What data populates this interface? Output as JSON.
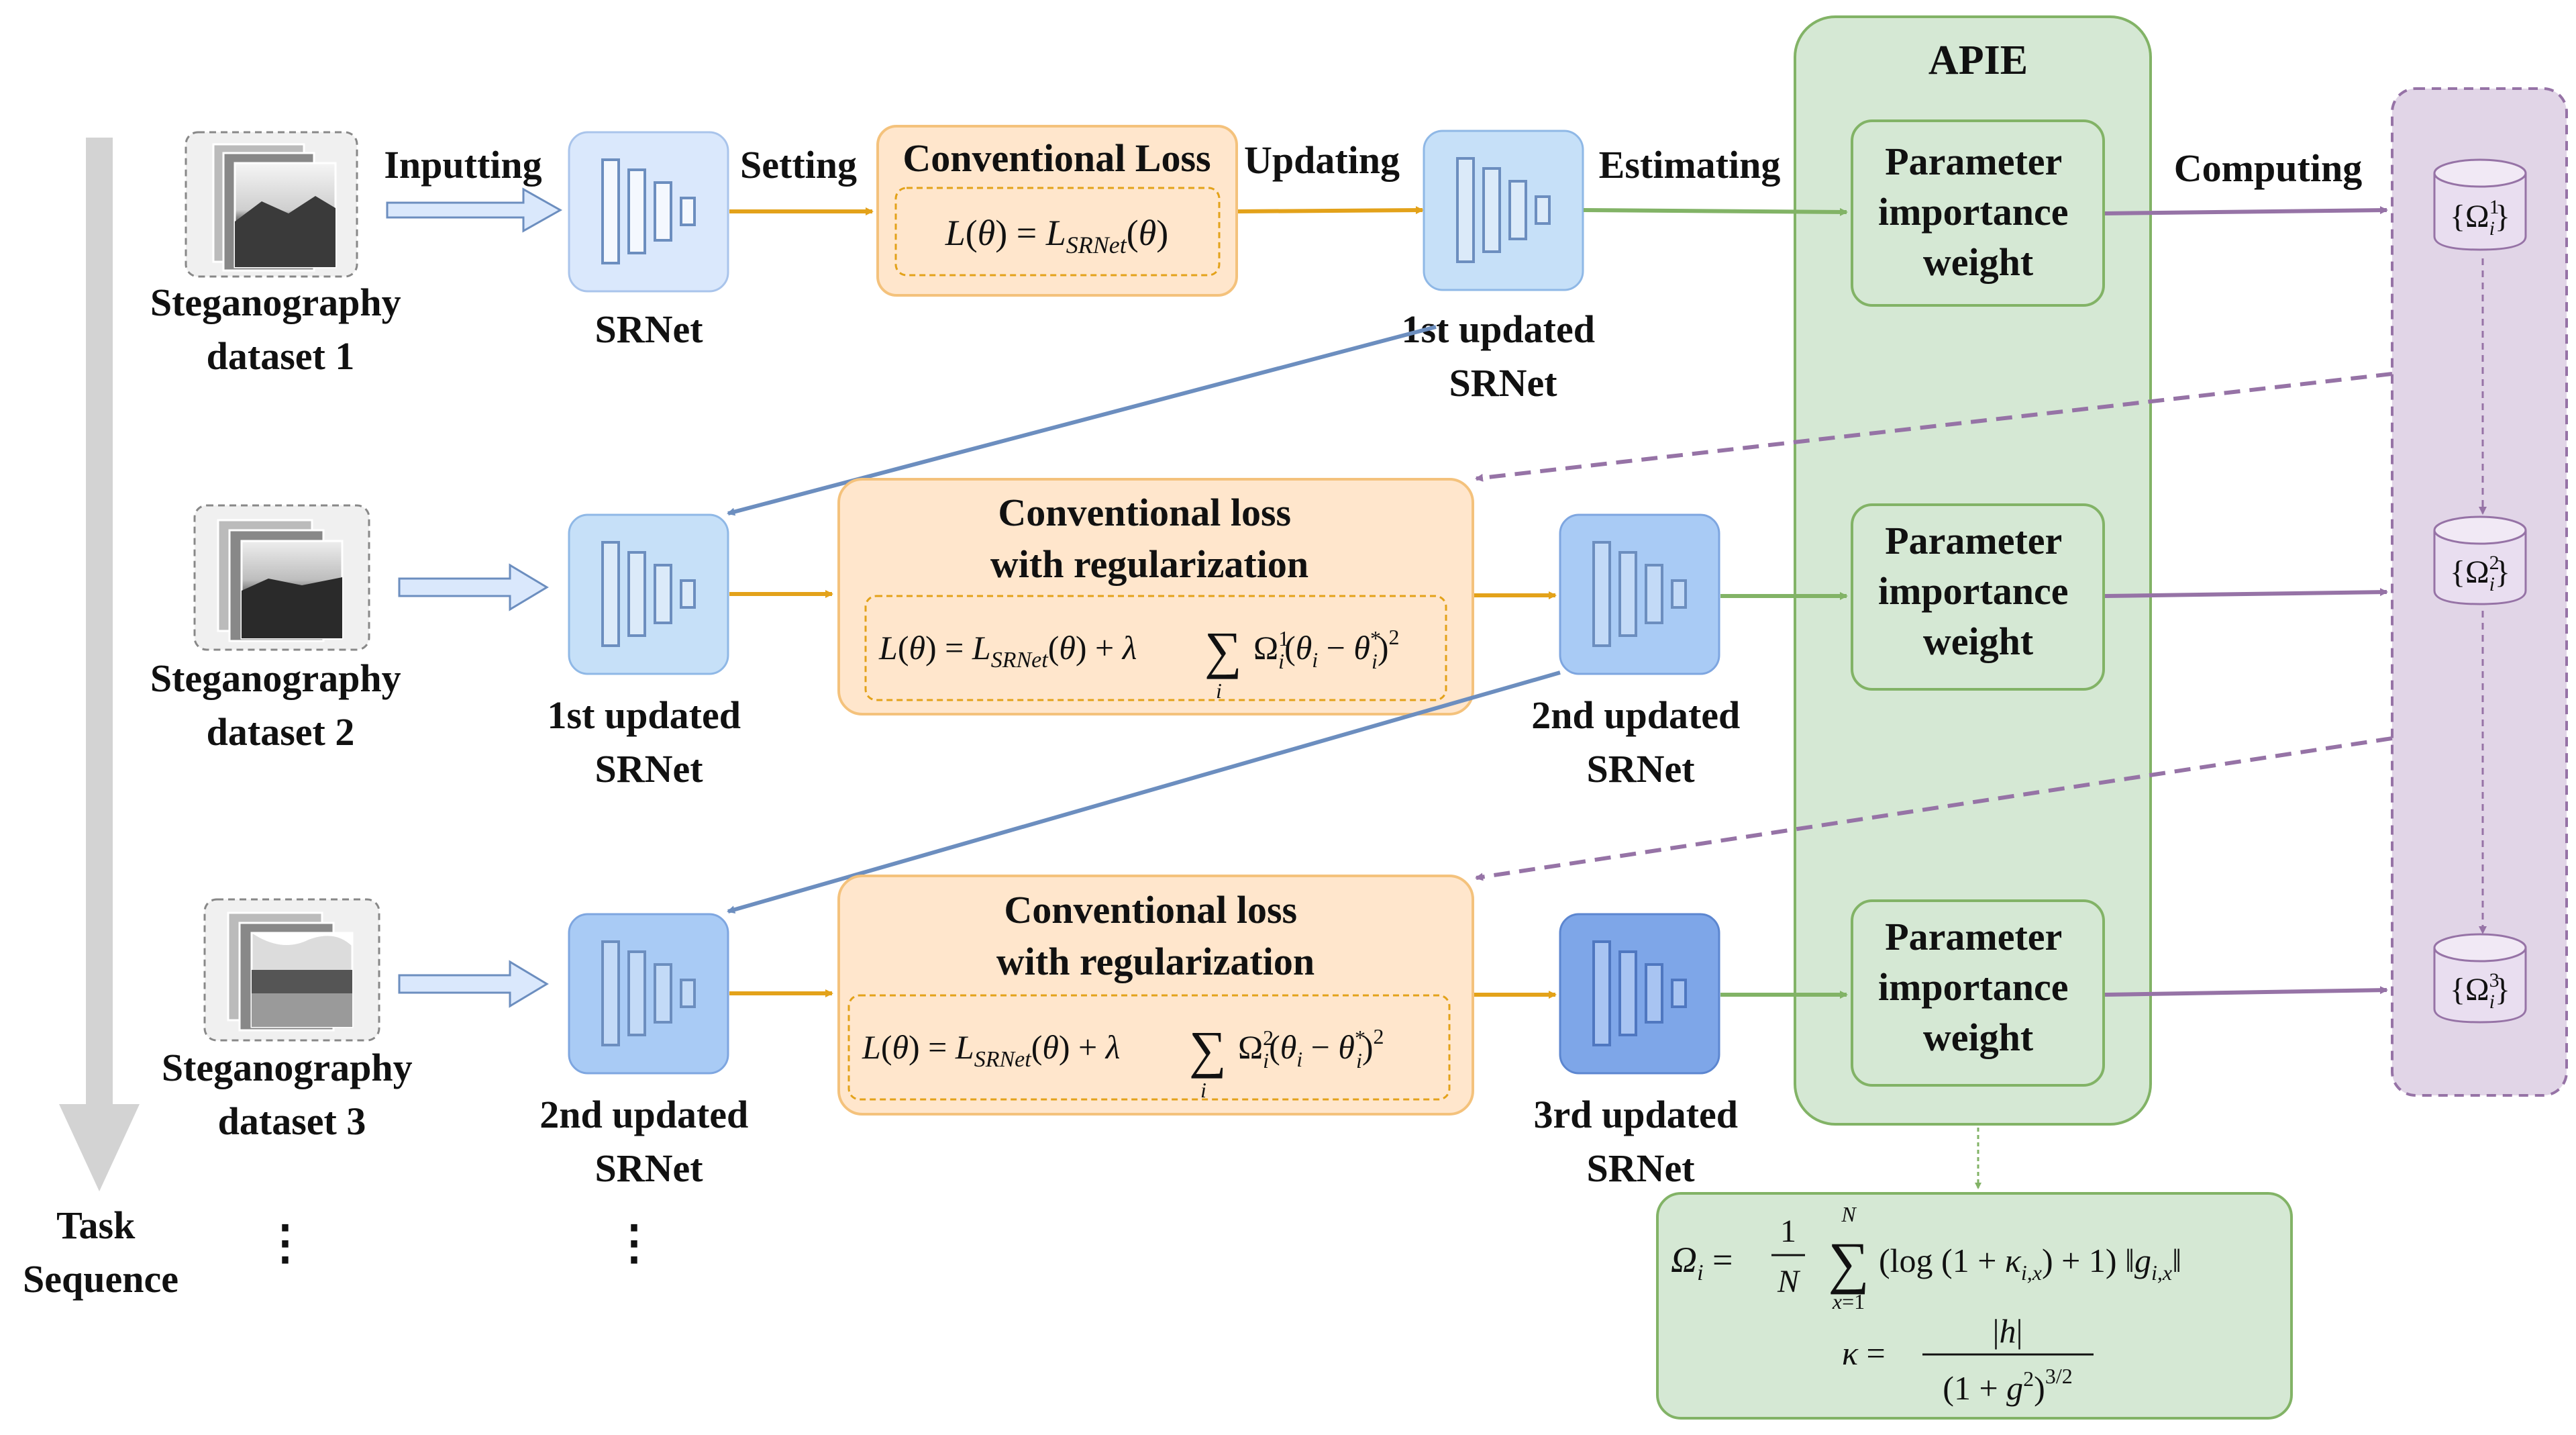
{
  "apie": {
    "title": "APIE"
  },
  "labels": {
    "inputting": "Inputting",
    "setting": "Setting",
    "updating": "Updating",
    "estimating": "Estimating",
    "computing": "Computing"
  },
  "rows": [
    {
      "dataset": [
        "Steganography",
        "dataset 1"
      ],
      "input_net": [
        "SRNet"
      ],
      "loss_title": [
        "Conventional Loss"
      ],
      "loss_formula": "L(θ) = L_SRNet(θ)",
      "output_net": [
        "1st updated",
        "SRNet"
      ],
      "piw": [
        "Parameter",
        "importance",
        "weight"
      ],
      "omega": "{Ω_i^1}"
    },
    {
      "dataset": [
        "Steganography",
        "dataset 2"
      ],
      "input_net": [
        "1st updated",
        "SRNet"
      ],
      "loss_title": [
        "Conventional loss",
        "with regularization"
      ],
      "loss_formula": "L(θ) = L_SRNet(θ) + λ Σ_i Ω_i^1 (θ_i − θ_i*)^2",
      "output_net": [
        "2nd updated",
        "SRNet"
      ],
      "piw": [
        "Parameter",
        "importance",
        "weight"
      ],
      "omega": "{Ω_i^2}"
    },
    {
      "dataset": [
        "Steganography",
        "dataset 3"
      ],
      "input_net": [
        "2nd updated",
        "SRNet"
      ],
      "loss_title": [
        "Conventional loss",
        "with regularization"
      ],
      "loss_formula": "L(θ) = L_SRNet(θ) + λ Σ_i Ω_i^2 (θ_i − θ_i*)^2",
      "output_net": [
        "3rd updated",
        "SRNet"
      ],
      "piw": [
        "Parameter",
        "importance",
        "weight"
      ],
      "omega": "{Ω_i^3}"
    }
  ],
  "task_sequence": [
    "Task",
    "Sequence"
  ],
  "ellipsis": "⋮",
  "bottom_formula": {
    "omega": "Ω_i = (1/N) Σ_{x=1}^{N} (log(1 + κ_{i,x}) + 1) ‖g_{i,x}‖",
    "kappa": "κ = |h| / (1 + g^2)^{3/2}"
  },
  "colors": {
    "orange_arrow": "#e3a21a",
    "green_arrow": "#82b366",
    "purple_arrow": "#9673a6",
    "blue_arrow": "#6c8ebf",
    "loss_fill": "#ffe6cc",
    "loss_stroke": "#f4c27c",
    "green_fill": "#d5e8d4",
    "green_stroke": "#82b366",
    "purple_fill": "#e1d5e7",
    "net_light": "#dae8fc",
    "net_mid": "#a9cbf5",
    "net_dark": "#7ea6e0"
  }
}
